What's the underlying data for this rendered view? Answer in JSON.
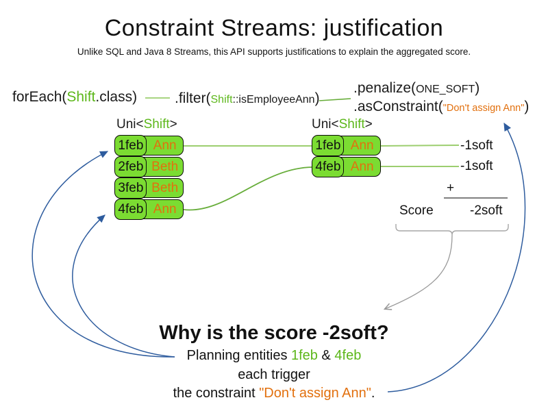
{
  "title": "Constraint Streams: justification",
  "subtitle": "Unlike SQL and Java 8 Streams, this API supports justifications to explain the aggregated score.",
  "code": {
    "foreach_pre": "forEach(",
    "foreach_class": "Shift",
    "foreach_post": ".class)",
    "filter_pre": ".filter(",
    "filter_class": "Shift",
    "filter_method": "::isEmployeeAnn",
    "filter_post": ")",
    "penalize_pre": ".penalize(",
    "penalize_arg": "ONE_SOFT",
    "penalize_post": ")",
    "asconstraint_pre": ".asConstraint(",
    "asconstraint_arg": "\"Don't assign Ann\"",
    "asconstraint_post": ")"
  },
  "left_stream": {
    "type_pre": "Uni<",
    "type_class": "Shift",
    "type_post": ">",
    "rows": [
      {
        "date": "1feb",
        "name": "Ann"
      },
      {
        "date": "2feb",
        "name": "Beth"
      },
      {
        "date": "3feb",
        "name": "Beth"
      },
      {
        "date": "4feb",
        "name": "Ann"
      }
    ]
  },
  "right_stream": {
    "type_pre": "Uni<",
    "type_class": "Shift",
    "type_post": ">",
    "rows": [
      {
        "date": "1feb",
        "name": "Ann"
      },
      {
        "date": "4feb",
        "name": "Ann"
      }
    ]
  },
  "scores": {
    "row_scores": [
      "-1soft",
      "-1soft"
    ],
    "plus": "+",
    "score_label": "Score",
    "total": "-2soft"
  },
  "explanation": {
    "heading": "Why is the score -2soft?",
    "line1_pre": "Planning entities ",
    "line1_entity1": "1feb",
    "line1_amp": " & ",
    "line1_entity2": "4feb",
    "line2": "each trigger",
    "line3_pre": "the constraint ",
    "line3_constraint": "\"Don't assign Ann\"",
    "line3_post": "."
  },
  "colors": {
    "box_green": "#7bdc32",
    "text_green": "#5cb71a",
    "text_orange": "#e2700e",
    "line_green_light": "#9cce6f",
    "line_green_dark": "#67ad3a",
    "arrow_blue": "#2e5c9e",
    "gray": "#999999"
  }
}
